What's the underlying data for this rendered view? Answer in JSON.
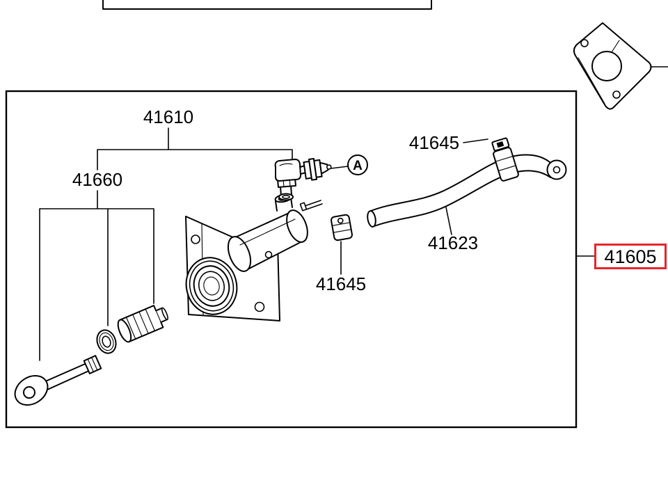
{
  "diagram": {
    "type": "exploded-parts-diagram",
    "highlighted_part": "41605",
    "labels": {
      "part_41610": "41610",
      "part_41660": "41660",
      "part_41645_hose": "41645",
      "part_41645_bracket": "41645",
      "part_41623": "41623",
      "part_41605": "41605",
      "view_marker": "A"
    },
    "colors": {
      "line": "#000000",
      "highlight_box": "#e8242a",
      "background": "#ffffff"
    }
  }
}
